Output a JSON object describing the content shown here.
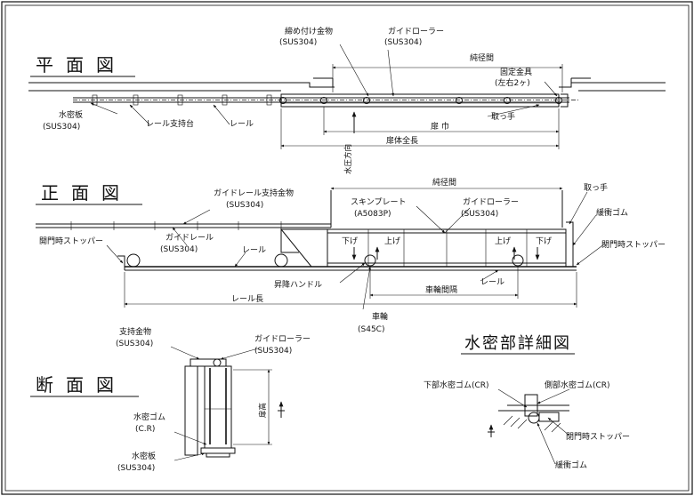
{
  "sections": {
    "plan": "平面図",
    "front": "正面図",
    "cross": "断面図",
    "detail": "水密部詳細図"
  },
  "plan": {
    "fastener": "締め付け金物",
    "fastener_mat": "(SUS304)",
    "guide_roller": "ガイドローラー",
    "guide_roller_mat": "(SUS304)",
    "clear_span": "純径間",
    "fixing_hw": "固定金具",
    "fixing_hw_qty": "(左右2ヶ)",
    "seal_plate": "水密板",
    "seal_plate_mat": "(SUS304)",
    "rail_support": "レール支持台",
    "rail": "レール",
    "handle": "取っ手",
    "door_width": "扉 巾",
    "door_length": "扉体全長",
    "water_dir": "水圧方向"
  },
  "front": {
    "guide_rail_support": "ガイドレール支持金物",
    "guide_rail_support_mat": "(SUS304)",
    "clear_span": "純径間",
    "handle": "取っ手",
    "skin_plate": "スキンプレート",
    "skin_plate_mat": "(A5083P)",
    "guide_roller": "ガイドローラー",
    "guide_roller_mat": "(SUS304)",
    "buffer_rubber": "緩衝ゴム",
    "open_stopper": "開門時ストッパー",
    "guide_rail": "ガイドレール",
    "guide_rail_mat": "(SUS304)",
    "rail": "レール",
    "close_stopper": "閉門時ストッパー",
    "down1": "下げ",
    "up1": "上げ",
    "up2": "上げ",
    "down2": "下げ",
    "lift_handle": "昇降ハンドル",
    "rail2": "レール",
    "wheel_span": "車輪間隔",
    "rail_length": "レール長",
    "wheel": "車輪",
    "wheel_mat": "(S45C)"
  },
  "cross": {
    "support_hw": "支持金物",
    "support_hw_mat": "(SUS304)",
    "guide_roller": "ガイドローラー",
    "guide_roller_mat": "(SUS304)",
    "seal_rubber": "水密ゴム",
    "seal_rubber_mat": "(C.R)",
    "seal_plate": "水密板",
    "seal_plate_mat": "(SUS304)",
    "door_height": "扉高"
  },
  "detail": {
    "bottom_seal": "下部水密ゴム(CR)",
    "side_seal": "側部水密ゴム(CR)",
    "close_stopper": "閉門時ストッパー",
    "buffer_rubber": "緩衝ゴム"
  }
}
